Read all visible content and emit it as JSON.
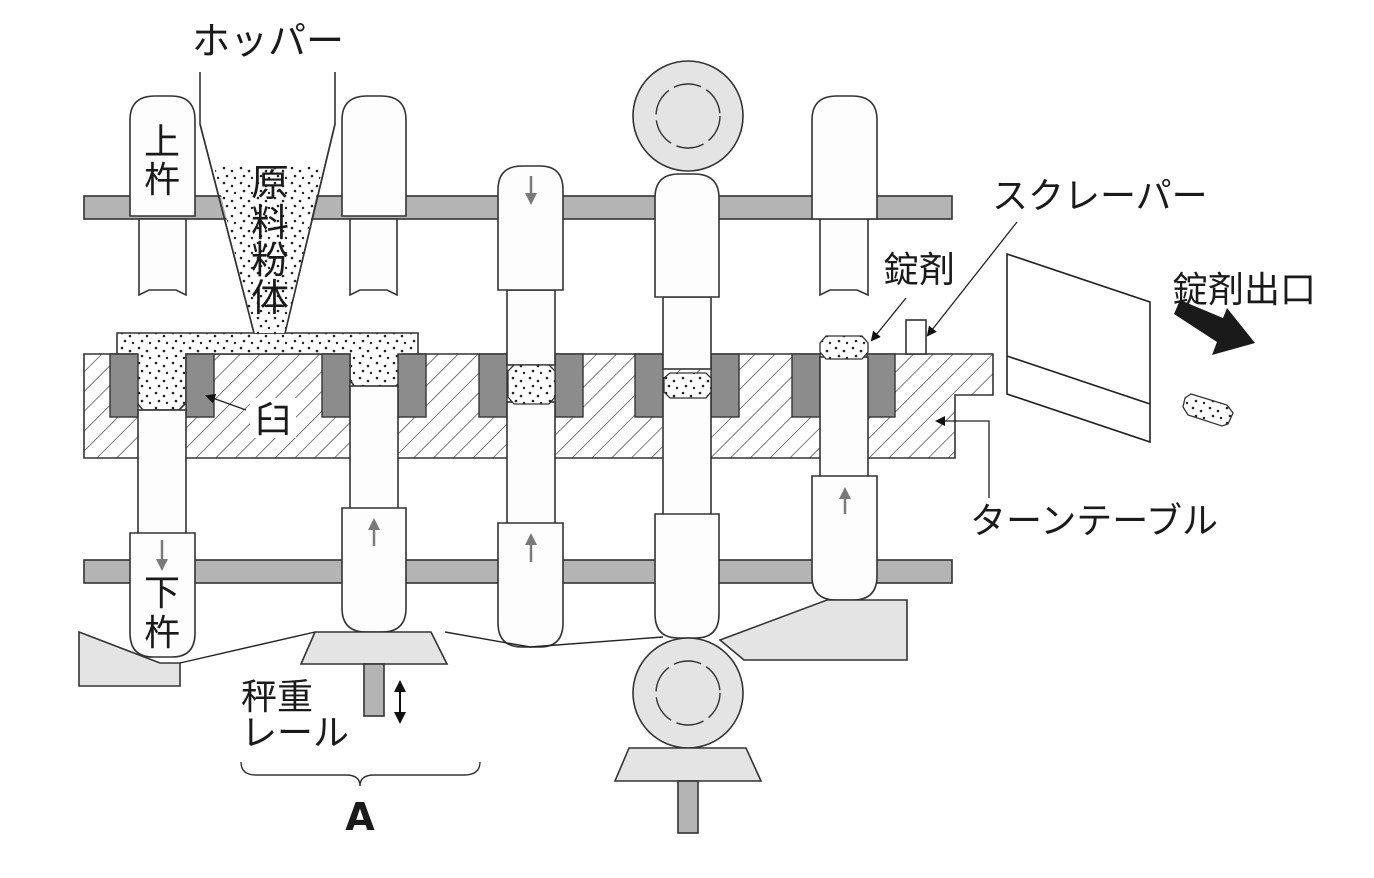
{
  "title": "Rotary tablet press diagram",
  "labels": {
    "hopper": "ホッパー",
    "upper_punch": [
      "上",
      "杵"
    ],
    "raw_powder": [
      "原",
      "料",
      "粉",
      "体"
    ],
    "die": "臼",
    "lower_punch": [
      "下",
      "杵"
    ],
    "weight_rail": [
      "秤重",
      "レール"
    ],
    "section_a": "A",
    "scraper": "スクレーパー",
    "tablet": "錠剤",
    "tablet_outlet": "錠剤出口",
    "turntable": "ターンテーブル"
  },
  "colors": {
    "rail": "#b4b4b4",
    "die_block": "#8c8c8c",
    "roller": "#e4e4e4",
    "cam": "#e4e4e4",
    "arrow_gray": "#7a7a7a",
    "outline": "#333333",
    "punch_fill": "#fdfdfd"
  }
}
